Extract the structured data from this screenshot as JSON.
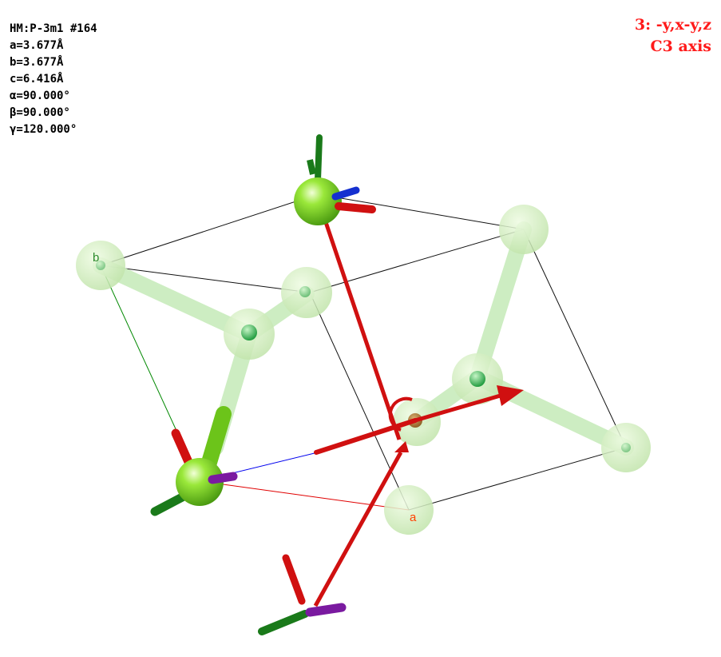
{
  "cell_info": {
    "space_group": "HM:P-3m1 #164",
    "a": "a=3.677Å",
    "b": "b=3.677Å",
    "c": "c=6.416Å",
    "alpha": "α=90.000°",
    "beta": "β=90.000°",
    "gamma": "γ=120.000°"
  },
  "symmetry_operation": {
    "operation": "3: -y,x-y,z",
    "element": "C3 axis"
  },
  "axis_labels": {
    "a": "a",
    "b": "b"
  },
  "colors": {
    "atom": "#7fdc1e",
    "atom_ghost": "#bfe8a0",
    "bond_ghost": "#c8ecbc",
    "axis_a": "#ff0000",
    "axis_b": "#008800",
    "axis_c": "#0000ff",
    "symmetry_arrow": "#d01010",
    "text_highlight": "#ff1a1a"
  }
}
